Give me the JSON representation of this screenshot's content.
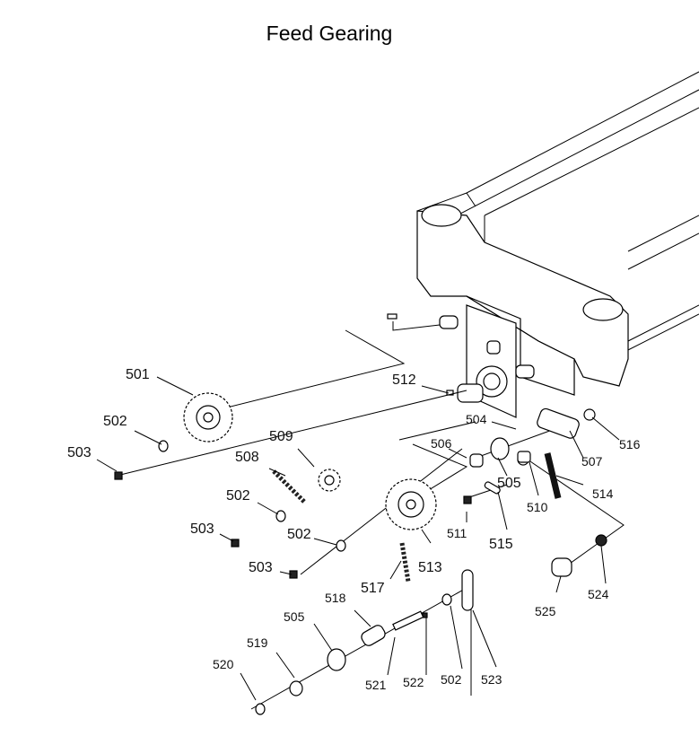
{
  "title": "Feed Gearing",
  "callouts": [
    {
      "id": "501",
      "label": "501"
    },
    {
      "id": "502a",
      "label": "502"
    },
    {
      "id": "503a",
      "label": "503"
    },
    {
      "id": "508",
      "label": "508"
    },
    {
      "id": "509",
      "label": "509"
    },
    {
      "id": "502b",
      "label": "502"
    },
    {
      "id": "503b",
      "label": "503"
    },
    {
      "id": "502c",
      "label": "502"
    },
    {
      "id": "503c",
      "label": "503"
    },
    {
      "id": "513",
      "label": "513"
    },
    {
      "id": "517",
      "label": "517"
    },
    {
      "id": "512",
      "label": "512"
    },
    {
      "id": "504",
      "label": "504"
    },
    {
      "id": "506",
      "label": "506"
    },
    {
      "id": "505a",
      "label": "505"
    },
    {
      "id": "510",
      "label": "510"
    },
    {
      "id": "511",
      "label": "511"
    },
    {
      "id": "515",
      "label": "515"
    },
    {
      "id": "514",
      "label": "514"
    },
    {
      "id": "507",
      "label": "507"
    },
    {
      "id": "516",
      "label": "516"
    },
    {
      "id": "524",
      "label": "524"
    },
    {
      "id": "525",
      "label": "525"
    },
    {
      "id": "518",
      "label": "518"
    },
    {
      "id": "505b",
      "label": "505"
    },
    {
      "id": "519",
      "label": "519"
    },
    {
      "id": "520",
      "label": "520"
    },
    {
      "id": "521",
      "label": "521"
    },
    {
      "id": "522",
      "label": "522"
    },
    {
      "id": "502d",
      "label": "502"
    },
    {
      "id": "523",
      "label": "523"
    }
  ]
}
